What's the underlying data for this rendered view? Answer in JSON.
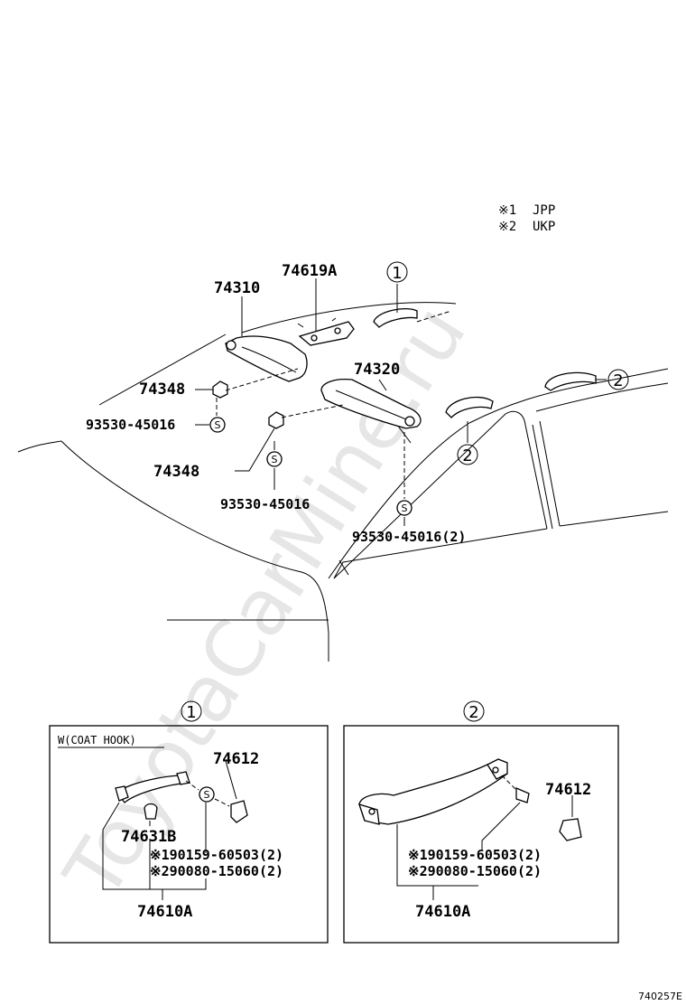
{
  "watermark": "ToyotaCarMine.ru",
  "legend": [
    {
      "mark": "※1",
      "text": "JPP"
    },
    {
      "mark": "※2",
      "text": "UKP"
    }
  ],
  "main_view": {
    "labels": {
      "visor_left": "74310",
      "visor_holder_bracket": "74619A",
      "visor_right": "74320",
      "holder_upper": "74348",
      "holder_lower": "74348",
      "screw_left": "93530-45016",
      "screw_center": "93530-45016",
      "screw_right": "93530-45016(2)"
    },
    "callouts": [
      "1",
      "2",
      "2"
    ],
    "screw_symbol": "S"
  },
  "detail_1": {
    "header": "1",
    "box_title": "W(COAT HOOK)",
    "cover": "74612",
    "hook": "74631B",
    "screw_1": "※190159-60503(2)",
    "screw_2": "※290080-15060(2)",
    "assembly": "74610A",
    "screw_symbol": "S"
  },
  "detail_2": {
    "header": "2",
    "cover": "74612",
    "screw_1": "※190159-60503(2)",
    "screw_2": "※290080-15060(2)",
    "assembly": "74610A"
  },
  "figure_ref": "740257E"
}
